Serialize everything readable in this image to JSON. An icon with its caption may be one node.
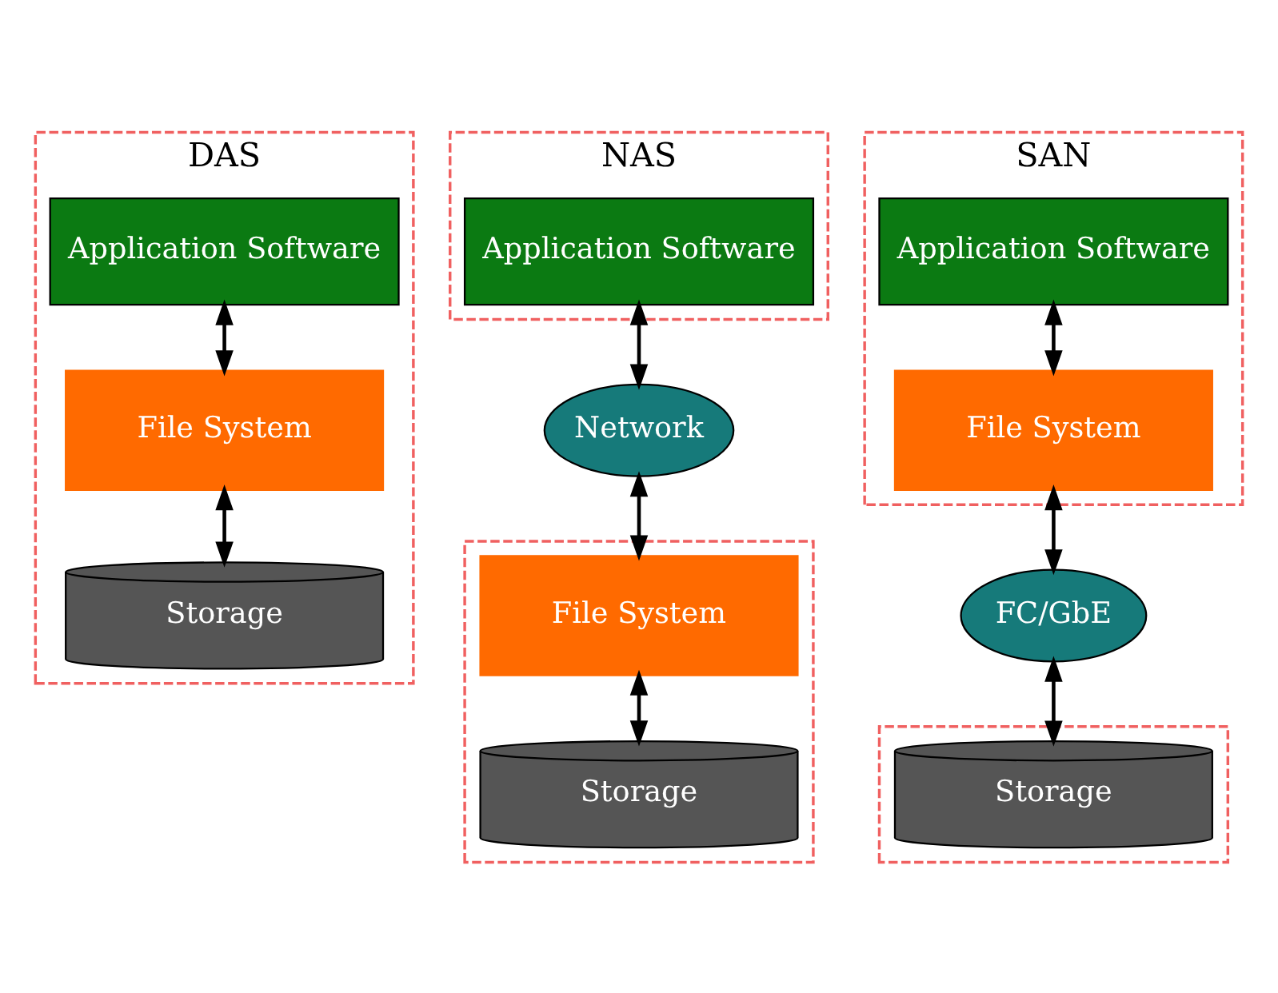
{
  "diagram": {
    "nodes": [
      {
        "text": [
          "DAS"
        ]
      },
      {
        "text": [
          "Application Software"
        ],
        "in": 0
      },
      {
        "text": [
          "File System"
        ],
        "in": 0
      },
      {
        "text": [
          "Storage"
        ],
        "in": 0
      },
      {
        "text": [
          "NAS"
        ]
      },
      {
        "text": [
          "Application Software"
        ],
        "in": 4
      },
      {
        "text": [
          "Network"
        ]
      },
      {
        "text": [],
        "shape": "box"
      },
      {
        "text": [
          "File System"
        ],
        "in": 7
      },
      {
        "text": [
          "Storage"
        ],
        "in": 7
      },
      {
        "text": [
          "SAN"
        ]
      },
      {
        "text": [
          "Application Software"
        ],
        "in": 10
      },
      {
        "text": [
          "File System"
        ],
        "in": 10
      },
      {
        "text": [
          "FC/GbE"
        ]
      },
      {
        "text": [],
        "shape": "box"
      },
      {
        "text": [
          "Storage"
        ],
        "in": 14
      }
    ],
    "edges": [
      {
        "from": 1,
        "to": 2,
        "arrow": "both"
      },
      {
        "from": 2,
        "to": 3,
        "arrow": "both"
      },
      {
        "from": 5,
        "to": 6,
        "arrow": "both"
      },
      {
        "from": 6,
        "to": 8,
        "arrow": "both"
      },
      {
        "from": 8,
        "to": 9,
        "arrow": "both"
      },
      {
        "from": 11,
        "to": 12,
        "arrow": "both"
      },
      {
        "from": 12,
        "to": 13,
        "arrow": "both"
      },
      {
        "from": 13,
        "to": 15,
        "arrow": "both"
      }
    ]
  }
}
